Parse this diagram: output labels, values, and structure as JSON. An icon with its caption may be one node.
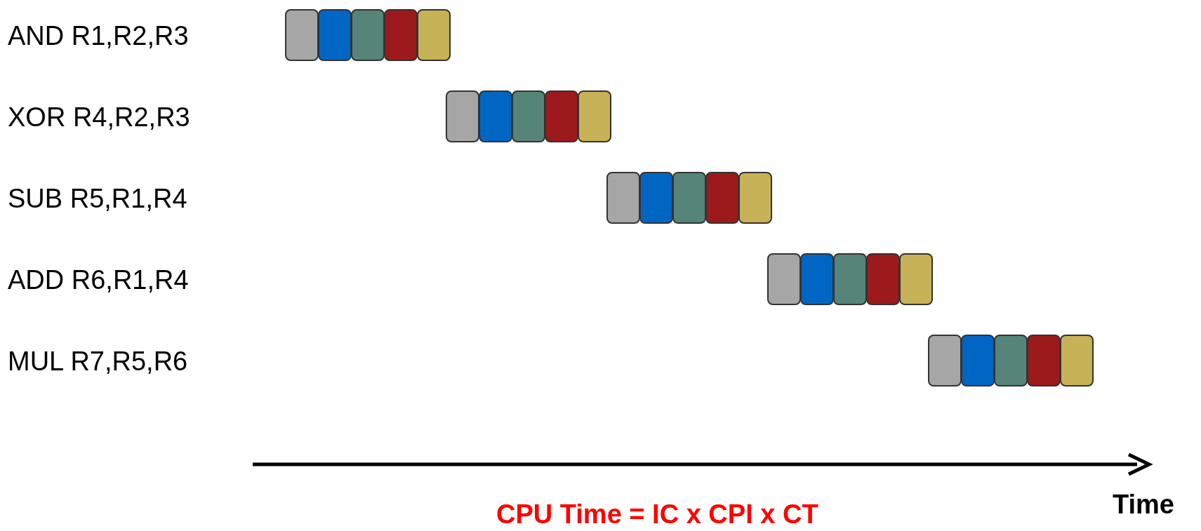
{
  "diagram": {
    "nodes": [
      {
        "text": [],
        "shape": "box"
      },
      {
        "text": [],
        "shape": "box"
      },
      {
        "text": [],
        "shape": "box"
      },
      {
        "text": [],
        "shape": "box"
      },
      {
        "text": [],
        "shape": "box"
      },
      {
        "text": [],
        "shape": "box"
      },
      {
        "text": [],
        "shape": "box"
      },
      {
        "text": [],
        "shape": "box"
      },
      {
        "text": [],
        "shape": "box"
      },
      {
        "text": [],
        "shape": "box"
      },
      {
        "text": [],
        "shape": "box"
      },
      {
        "text": [],
        "shape": "box"
      },
      {
        "text": [],
        "shape": "box"
      },
      {
        "text": [],
        "shape": "box"
      },
      {
        "text": [],
        "shape": "box"
      },
      {
        "text": [],
        "shape": "box"
      },
      {
        "text": [],
        "shape": "box"
      },
      {
        "text": [],
        "shape": "box"
      },
      {
        "text": [],
        "shape": "box"
      },
      {
        "text": [],
        "shape": "box"
      },
      {
        "text": [],
        "shape": "box"
      },
      {
        "text": [],
        "shape": "box"
      },
      {
        "text": [],
        "shape": "box"
      },
      {
        "text": [],
        "shape": "box"
      },
      {
        "text": [],
        "shape": "box"
      }
    ],
    "labels": [
      "AND R1,R2,R3",
      "XOR R4,R2,R3",
      "SUB R5,R1,R4",
      "ADD R6,R1,R4",
      "MUL R7,R5,R6",
      "Time",
      "CPU Time = IC x CPI x CT"
    ]
  }
}
